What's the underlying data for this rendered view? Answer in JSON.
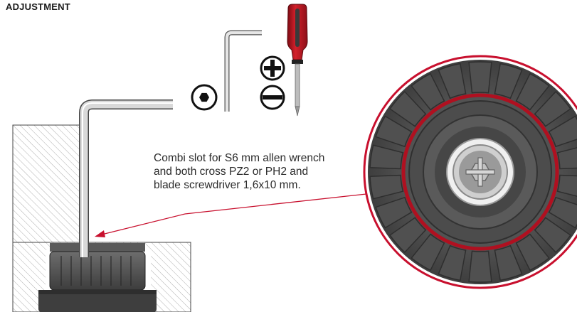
{
  "title": "ADJUSTMENT",
  "callout": {
    "line1": "Combi slot for S6 mm allen wrench",
    "line2": "and both cross PZ2 or PH2 and",
    "line3": "blade screwdriver 1,6x10 mm."
  },
  "icons": {
    "hex": "hex-socket-icon",
    "cross": "cross-screwdriver-icon",
    "slot": "slotted-screwdriver-icon"
  },
  "colors": {
    "accent_red": "#c8102e",
    "dark_gray": "#4a4a4a",
    "line": "#1a1a1a"
  }
}
